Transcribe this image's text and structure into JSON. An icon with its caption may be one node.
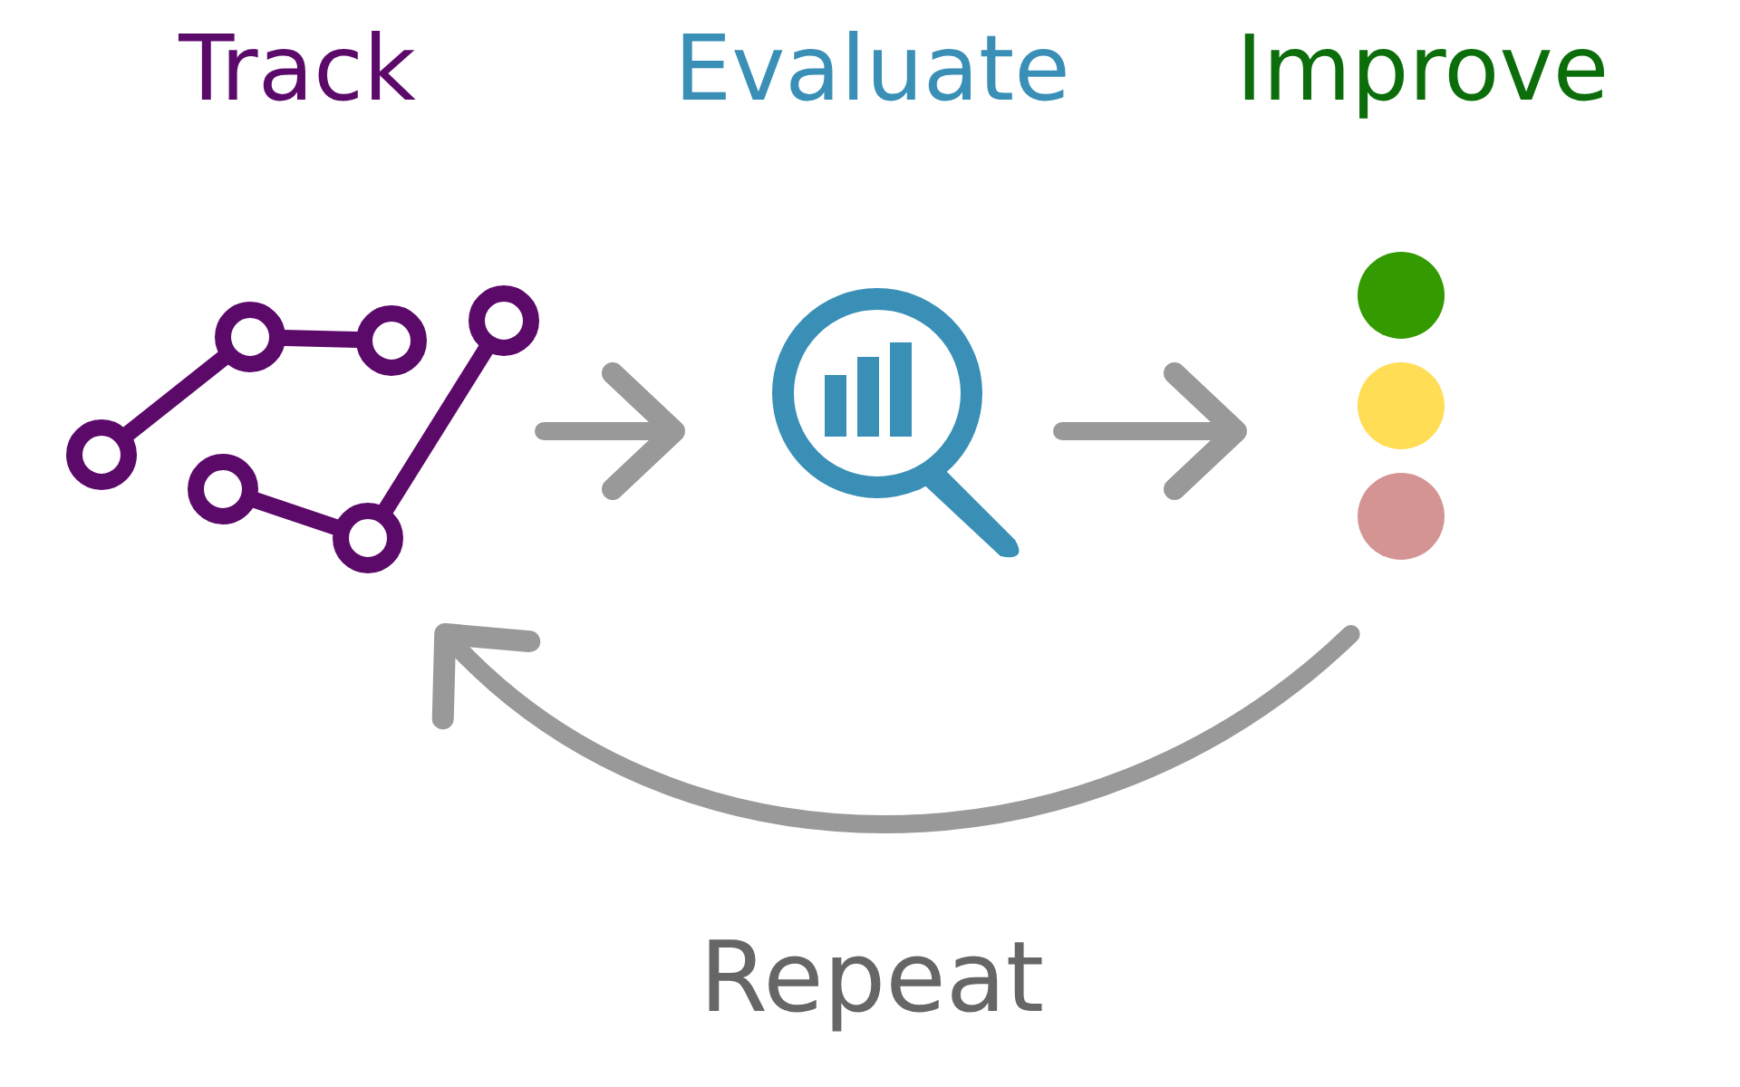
{
  "diagram": {
    "nodes": [
      {
        "text": [
          "Track"
        ]
      },
      {
        "text": [
          "Evaluate"
        ]
      },
      {
        "text": [
          "Improve"
        ]
      }
    ],
    "edges": [
      {
        "from": 0,
        "to": 1,
        "arrow": "to"
      },
      {
        "from": 1,
        "to": 2,
        "arrow": "to"
      },
      {
        "from": 2,
        "to": 0,
        "arrow": "to",
        "label": "Repeat"
      }
    ]
  }
}
